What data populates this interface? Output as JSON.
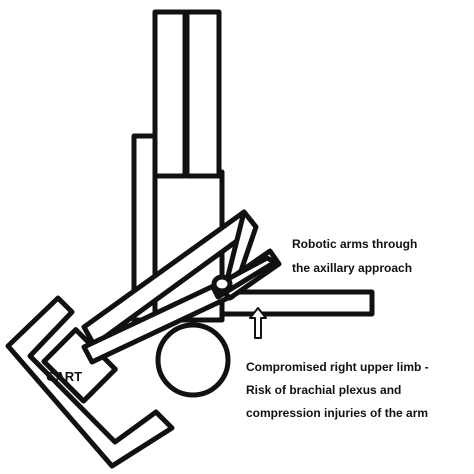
{
  "cart_label": "CART",
  "annotation_robotic": {
    "lines": [
      "Robotic arms through",
      "the axillary approach"
    ]
  },
  "annotation_limb": {
    "lines": [
      "Compromised right upper limb -",
      "Risk of brachial plexus and",
      "compression injuries of the arm"
    ]
  },
  "colors": {
    "stroke": "#111111",
    "fill": "#ffffff"
  }
}
